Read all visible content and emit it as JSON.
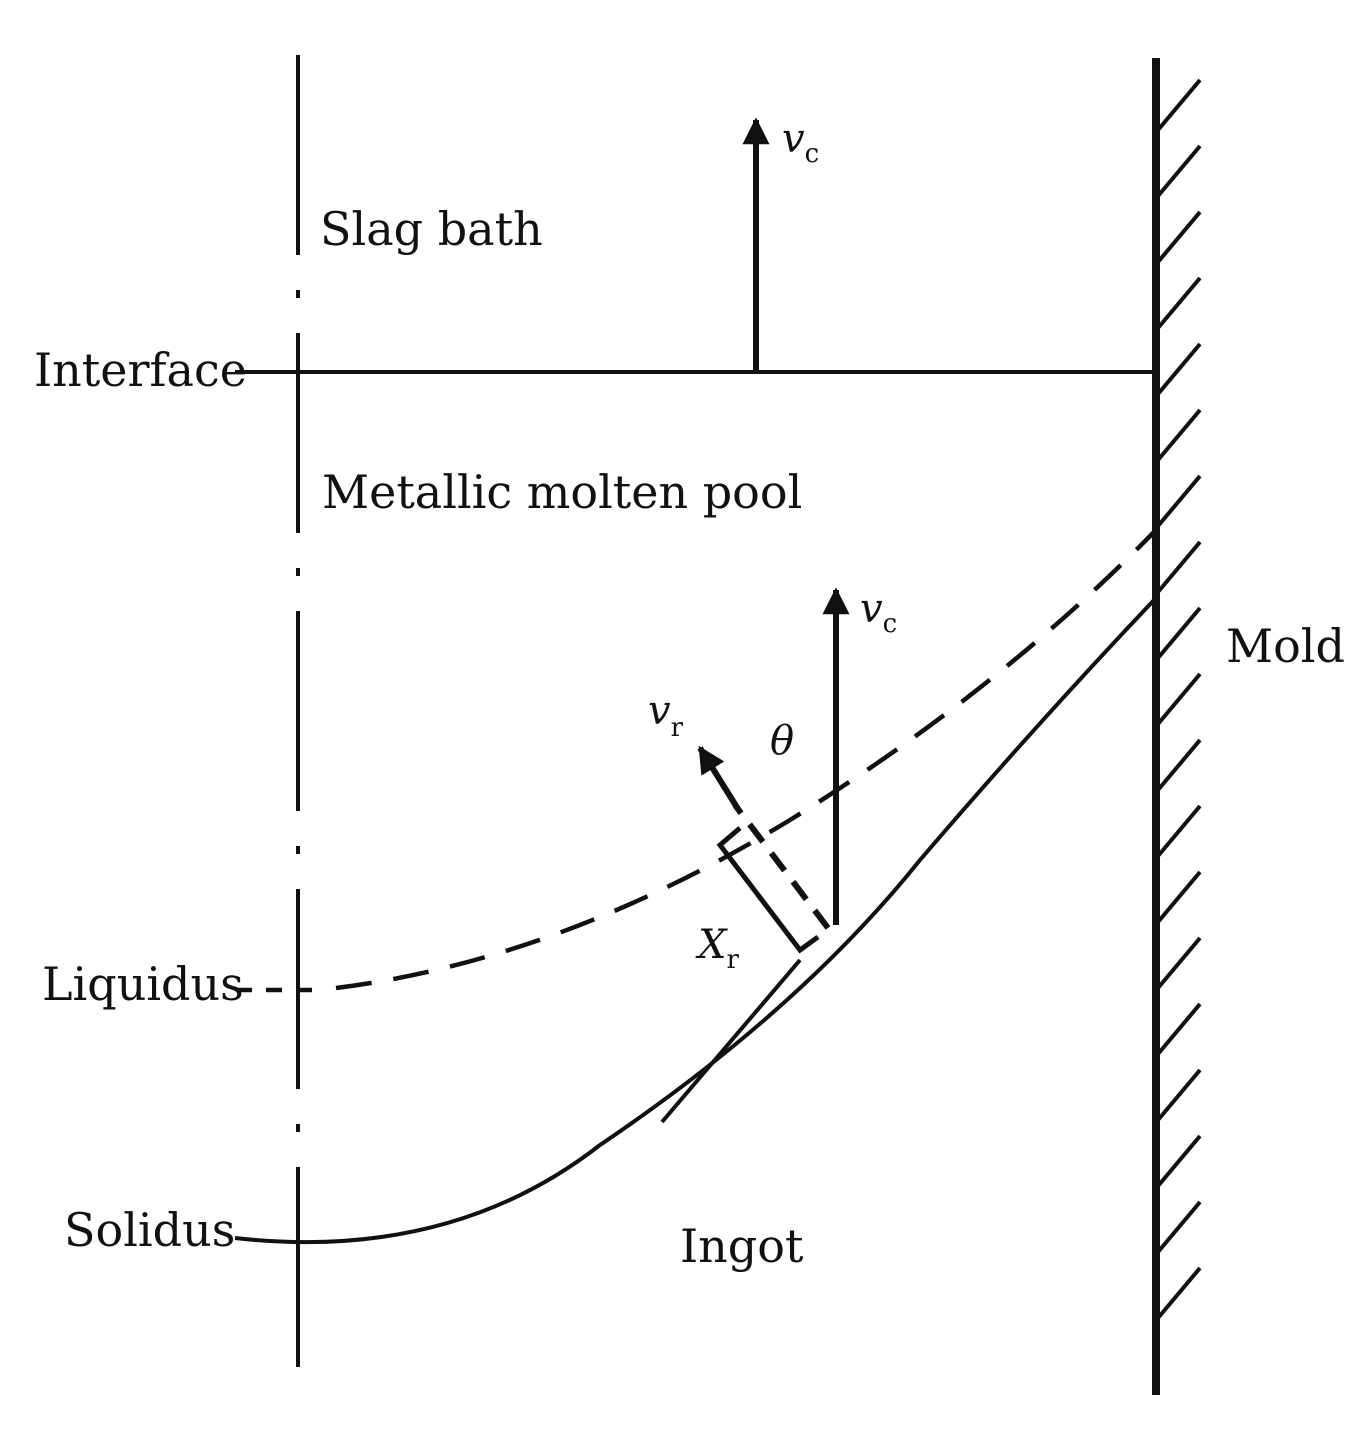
{
  "labels": {
    "slag_bath": "Slag bath",
    "interface": "Interface",
    "metallic_molten_pool": "Metallic molten pool",
    "mold": "Mold",
    "liquidus": "Liquidus",
    "solidus": "Solidus",
    "ingot": "Ingot"
  },
  "symbols": {
    "vc_top": {
      "main": "v",
      "sub": "c"
    },
    "vc_front": {
      "main": "v",
      "sub": "c"
    },
    "vr": {
      "main": "v",
      "sub": "r"
    },
    "theta": "θ",
    "xr": {
      "main": "X",
      "sub": "r"
    }
  },
  "colors": {
    "ink": "#111111",
    "background": "#ffffff"
  }
}
